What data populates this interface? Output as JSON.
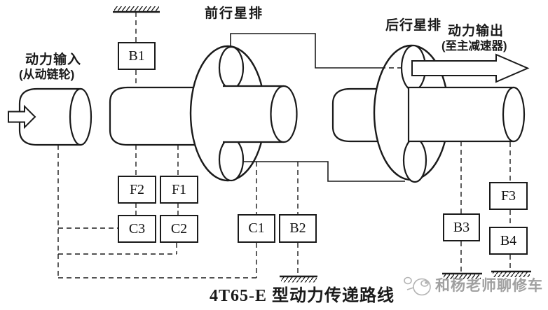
{
  "title": "4T65-E 型动力传递路线",
  "watermark": "和杨老师聊修车",
  "labels": {
    "power_input": "动力输入",
    "power_input_sub": "(从动链轮)",
    "front_planetary": "前行星排",
    "rear_planetary": "后行星排",
    "power_output": "动力输出",
    "power_output_sub": "(至主减速器)"
  },
  "components": {
    "b1": "B1",
    "f2": "F2",
    "f1": "F1",
    "c3": "C3",
    "c2": "C2",
    "c1": "C1",
    "b2": "B2",
    "b3": "B3",
    "f3": "F3",
    "b4": "B4"
  },
  "colors": {
    "line": "#1a1a1a",
    "watermark": "#a8a8a8",
    "background": "#ffffff"
  }
}
